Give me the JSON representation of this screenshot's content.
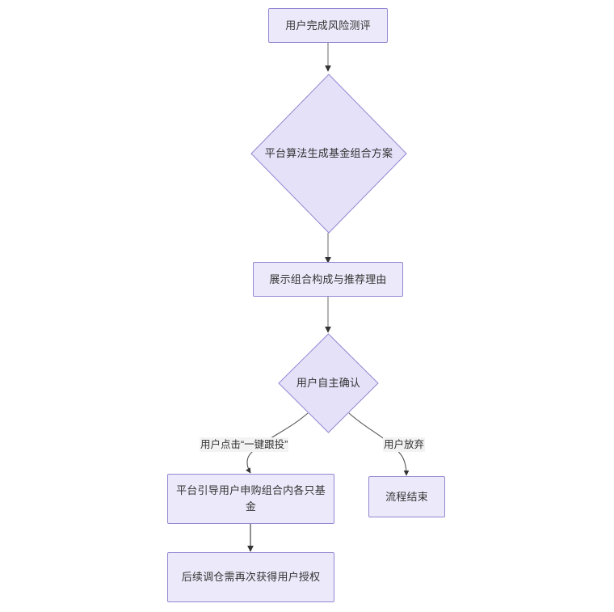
{
  "diagram": {
    "type": "flowchart",
    "direction": "top-to-bottom",
    "background_color": "#ffffff",
    "node_fill_color": "#ECEAFA",
    "node_border_color": "#9287D2",
    "text_color": "#333333",
    "edge_color": "#888888",
    "edge_label_background": "#F3F3F3",
    "nodes": [
      {
        "id": "n1",
        "shape": "rectangle",
        "label": "用户完成风险测评"
      },
      {
        "id": "n2",
        "shape": "diamond",
        "label": "平台算法生成基金组合方案"
      },
      {
        "id": "n3",
        "shape": "rectangle",
        "label": "展示组合构成与推荐理由"
      },
      {
        "id": "n4",
        "shape": "diamond",
        "label": "用户自主确认"
      },
      {
        "id": "n5",
        "shape": "rectangle",
        "label": "平台引导用户申购组合内各只基金"
      },
      {
        "id": "n6",
        "shape": "rectangle",
        "label": "流程结束"
      },
      {
        "id": "n7",
        "shape": "rectangle",
        "label": "后续调仓需再次获得用户授权"
      }
    ],
    "edges": [
      {
        "from": "n1",
        "to": "n2",
        "label": ""
      },
      {
        "from": "n2",
        "to": "n3",
        "label": ""
      },
      {
        "from": "n3",
        "to": "n4",
        "label": ""
      },
      {
        "from": "n4",
        "to": "n5",
        "label": "用户点击“一键跟投”"
      },
      {
        "from": "n4",
        "to": "n6",
        "label": "用户放弃"
      },
      {
        "from": "n5",
        "to": "n7",
        "label": ""
      }
    ]
  }
}
